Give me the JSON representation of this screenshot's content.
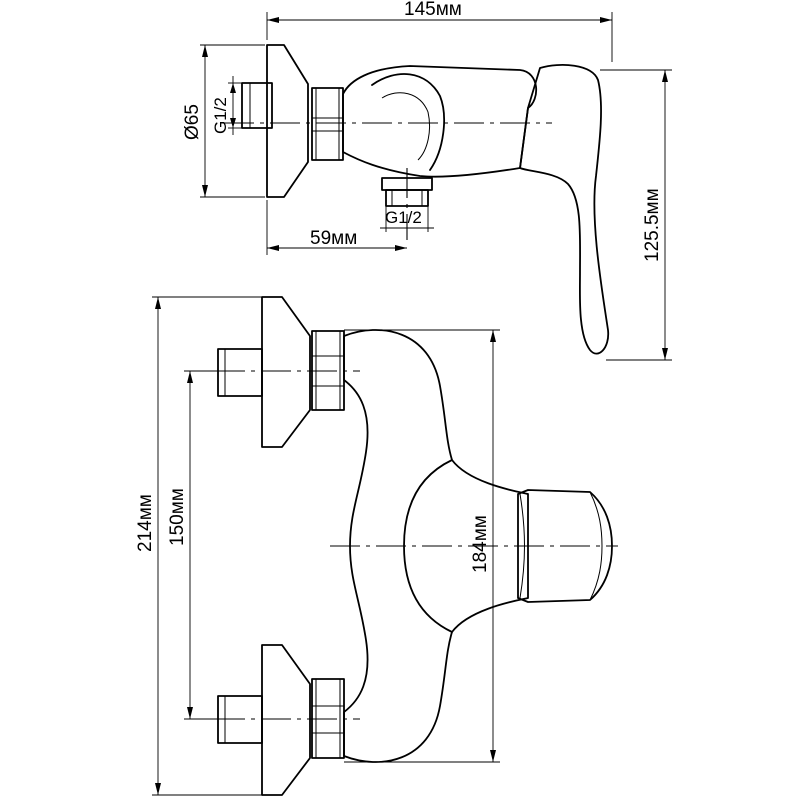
{
  "dimensions": {
    "overall_depth": "145мм",
    "outlet_offset": "59мм",
    "handle_height": "125.5мм",
    "flange_diameter": "Ø65",
    "inlet_thread": "G1/2",
    "outlet_thread": "G1/2",
    "total_height": "214мм",
    "inlet_spacing": "150мм",
    "body_height": "184мм"
  }
}
